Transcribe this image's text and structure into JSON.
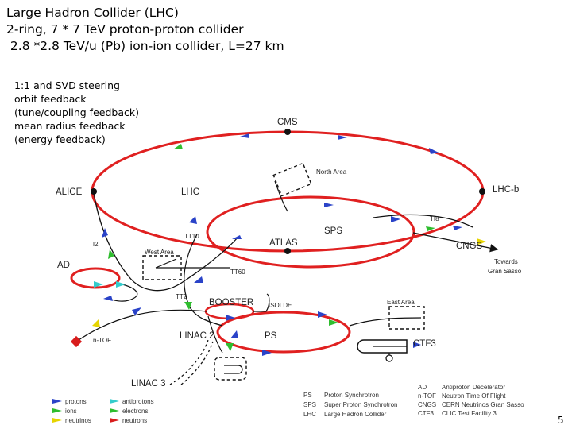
{
  "title_lines": [
    "Large Hadron Collider (LHC)",
    "2-ring, 7 * 7 TeV proton-proton collider",
    " 2.8 *2.8 TeV/u (Pb) ion-ion collider, L=27 km"
  ],
  "notes": [
    "1:1 and SVD steering",
    "orbit feedback",
    "(tune/coupling feedback)",
    "mean radius feedback",
    "(energy feedback)"
  ],
  "labels": {
    "cms": "CMS",
    "north_area": "North Area",
    "alice": "ALICE",
    "lhc": "LHC",
    "lhcb": "LHC-b",
    "ti8": "TI8",
    "sps": "SPS",
    "ti2": "TI2",
    "tt10": "TT10",
    "atlas": "ATLAS",
    "cngs": "CNGS",
    "west_area": "West Area",
    "ad": "AD",
    "tt60": "TT60",
    "towards": "Towards",
    "gran_sasso": "Gran Sasso",
    "tt2": "TT2",
    "booster": "BOOSTER",
    "isolde": "ISOLDE",
    "east_area": "East Area",
    "ntof": "n-TOF",
    "linac2": "LINAC 2",
    "ps": "PS",
    "ctf3": "CTF3",
    "linac3": "LINAC 3"
  },
  "legend_particles": [
    {
      "label": "protons",
      "color": "#2a43c8"
    },
    {
      "label": "antiprotons",
      "color": "#33cccc"
    },
    {
      "label": "ions",
      "color": "#2ebd2e"
    },
    {
      "label": "electrons",
      "color": "#2ebd2e"
    },
    {
      "label": "neutrinos",
      "color": "#e6d400"
    },
    {
      "label": "neutrons",
      "color": "#d81c1c"
    }
  ],
  "legend_abbr_left": [
    {
      "abbr": "PS",
      "name": "Proton Synchrotron"
    },
    {
      "abbr": "SPS",
      "name": "Super Proton Synchrotron"
    },
    {
      "abbr": "LHC",
      "name": "Large Hadron Collider"
    }
  ],
  "legend_abbr_right": [
    {
      "abbr": "AD",
      "name": "Antiproton Decelerator"
    },
    {
      "abbr": "n-TOF",
      "name": "Neutron Time Of Flight"
    },
    {
      "abbr": "CNGS",
      "name": "CERN Neutrinos Gran Sasso"
    },
    {
      "abbr": "CTF3",
      "name": "CLIC Test Facility 3"
    }
  ],
  "page_number": "5",
  "colors": {
    "ring": "#e02020",
    "proton": "#2a43c8",
    "ion": "#2ebd2e",
    "antiproton": "#33cccc",
    "neutrino": "#e6d400",
    "neutron": "#d81c1c"
  }
}
